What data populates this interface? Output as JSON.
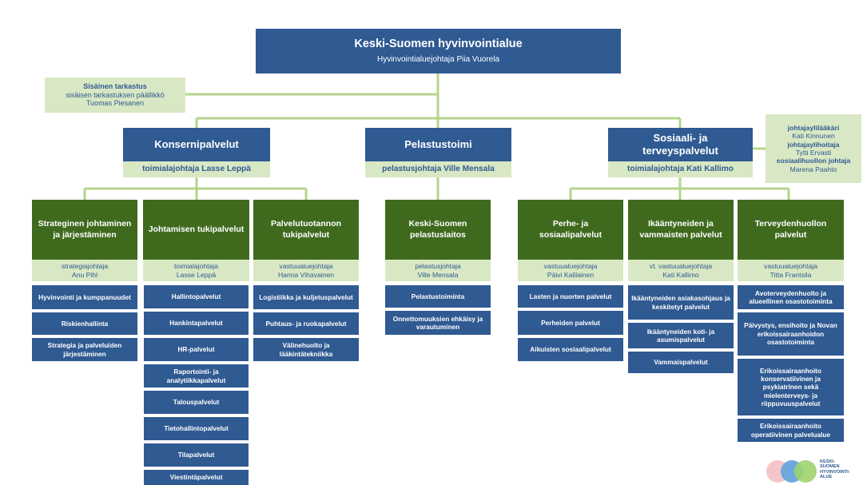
{
  "top": {
    "title": "Keski-Suomen hyvinvointialue",
    "subtitle": "Hyvinvointialuejohtaja Piia Vuorela"
  },
  "audit": {
    "title": "Sisäinen tarkastus",
    "role": "sisäisen tarkastuksen päällikkö",
    "name": "Tuomas Piesanen"
  },
  "divisions": {
    "konserni": {
      "title": "Konsernipalvelut",
      "head": "toimialajohtaja Lasse Leppä"
    },
    "pelastus": {
      "title": "Pelastustoimi",
      "head": "pelastusjohtaja Ville Mensala"
    },
    "sote": {
      "title_line1": "Sosiaali- ja",
      "title_line2": "terveyspalvelut",
      "head": "toimialajohtaja Kati Kallimo"
    }
  },
  "sote_staff": {
    "r1": "johtajaylilääkäri",
    "n1": "Kati Kinnunen",
    "r2": "johtajaylihoitaja",
    "n2": "Tytti Ervasti",
    "r3": "sosiaalihuollon johtaja",
    "n3": "Marena Paahto"
  },
  "units": {
    "strateginen": {
      "title": "Strateginen johtaminen ja järjestäminen",
      "role": "strategiajohtaja",
      "name": "Anu Pihl",
      "services": [
        "Hyvinvointi ja kumppanuudet",
        "Riskienhallinta",
        "Strategia ja palveluiden järjestäminen"
      ]
    },
    "tuki": {
      "title": "Johtamisen tukipalvelut",
      "role": "toimialajohtaja",
      "name": "Lasse Leppä",
      "services": [
        "Hallintopalvelut",
        "Hankintapalvelut",
        "HR-palvelut",
        "Raportointi- ja analytiikkapalvelut",
        "Talouspalvelut",
        "Tietohallintopalvelut",
        "Tilapalvelut",
        "Viestintäpalvelut"
      ]
    },
    "palvelutuotanto": {
      "title": "Palvelutuotannon tukipalvelut",
      "role": "vastuualuejohtaja",
      "name": "Hanna Vihavainen",
      "services": [
        "Logistiikka ja kuljetuspalvelut",
        "Puhtaus- ja ruokapalvelut",
        "Välinehuolto ja lääkintätekniikka"
      ]
    },
    "pelastuslaitos": {
      "title": "Keski-Suomen pelastuslaitos",
      "role": "pelastusjohtaja",
      "name": "Ville Mensala",
      "services": [
        "Pelastustoiminta",
        "Onnettomuuksien ehkäisy ja varautuminen"
      ]
    },
    "perhe": {
      "title": "Perhe- ja sosiaalipalvelut",
      "role": "vastuualuejohtaja",
      "name": "Päivi Kalilainen",
      "services": [
        "Lasten ja nuorten palvelut",
        "Perheiden palvelut",
        "Aikuisten sosiaalipalvelut"
      ]
    },
    "ikaantyneet": {
      "title": "Ikääntyneiden ja vammaisten palvelut",
      "role": "vt. vastuualuejohtaja",
      "name": "Kati Kallimo",
      "services": [
        "Ikääntyneiden asiakasohjaus ja keskitetyt palvelut",
        "Ikääntyneiden koti- ja asumispalvelut",
        "Vammaispalvelut"
      ]
    },
    "terveys": {
      "title": "Terveydenhuollon palvelut",
      "role": "vastuualuejohtaja",
      "name": "Titta Frantsila",
      "services": [
        "Avoterveydenhuolto ja alueellinen osastotoiminta",
        "Päivystys, ensihoito ja Novan erikoissairaanhoidon osastotoiminta",
        "Erikoissairaanhoito konservatiivinen ja psykiatrinen sekä mielenterveys- ja riippuvuuspalvelut",
        "Erikoissairaanhoito operatiivinen palvelualue"
      ]
    }
  },
  "logo": {
    "line1": "KESKI-",
    "line2": "SUOMEN",
    "line3": "HYVINVOINTI-",
    "line4": "ALUE"
  },
  "colors": {
    "dark_blue": "#2f5a92",
    "dark_green": "#3f6a1e",
    "light_green": "#d9e8c4",
    "connector": "#b4d58c"
  }
}
